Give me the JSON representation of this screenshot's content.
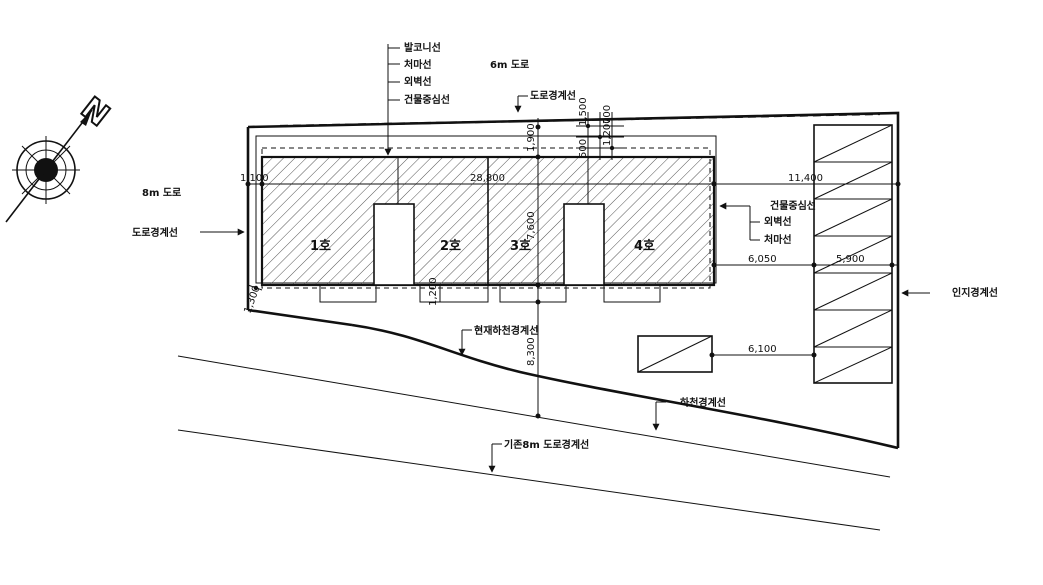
{
  "north_symbol": "N",
  "leader_labels": {
    "balcony_line": "발코니선",
    "eaves_line": "처마선",
    "outer_wall_line": "외벽선",
    "building_center_line": "건물중심선"
  },
  "roads": {
    "top_road": "6m 도로",
    "left_road": "8m 도로",
    "road_boundary_top": "도로경계선",
    "road_boundary_left": "도로경계선",
    "existing_road_boundary": "기존8m 도로경계선"
  },
  "right_labels": {
    "building_center_line": "건물중심선",
    "outer_wall_line": "외벽선",
    "eaves_line": "처마선",
    "adjacent_boundary": "인지경계선"
  },
  "river_labels": {
    "current_river_boundary": "현재하천경계선",
    "river_boundary": "하천경계선"
  },
  "units": [
    "1호",
    "2호",
    "3호",
    "4호"
  ],
  "dimensions": {
    "left_setback": "1,100",
    "building_length": "28,800",
    "top_offset": "1,900",
    "top_pair_a": "1,500",
    "top_pair_b": "500",
    "top_pair_c": "1,200",
    "top_pair_d": "700",
    "building_depth": "7,600",
    "bottom_offset": "1,200",
    "south_depth": "8,300",
    "corner_small": "1,300",
    "right_top": "11,400",
    "right_mid_a": "6,050",
    "right_mid_b": "5,900",
    "right_low": "6,100"
  }
}
